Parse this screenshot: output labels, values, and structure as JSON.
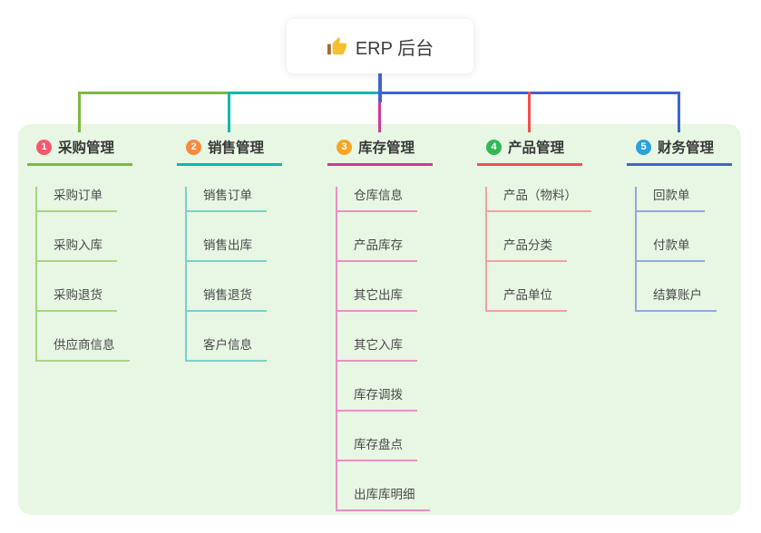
{
  "root": {
    "label": "ERP 后台",
    "icon": "thumbs-up-icon"
  },
  "palette": {
    "panel_bg": "#e8f6e4",
    "root_stem_blue": "#4560d6",
    "title_text": "#383838",
    "child_text": "#4a4a4a",
    "thumb_yellow": "#f6c02e",
    "thumb_sleeve": "#a96a32"
  },
  "branches": [
    {
      "index": "1",
      "label": "采购管理",
      "badge_color": "#f5566a",
      "line_color": "#7cb93f",
      "child_line_color": "#a9d47f",
      "children": [
        "采购订单",
        "采购入库",
        "采购退货",
        "供应商信息"
      ]
    },
    {
      "index": "2",
      "label": "销售管理",
      "badge_color": "#f8893f",
      "line_color": "#0cb9ae",
      "child_line_color": "#76d3c9",
      "children": [
        "销售订单",
        "销售出库",
        "销售退货",
        "客户信息"
      ]
    },
    {
      "index": "3",
      "label": "库存管理",
      "badge_color": "#f6a623",
      "line_color": "#d13893",
      "child_line_color": "#ea90c2",
      "children": [
        "仓库信息",
        "产品库存",
        "其它出库",
        "其它入库",
        "库存调拨",
        "库存盘点",
        "出库库明细"
      ]
    },
    {
      "index": "4",
      "label": "产品管理",
      "badge_color": "#2fb956",
      "line_color": "#f0504f",
      "child_line_color": "#f5a0a0",
      "children": [
        "产品（物料）",
        "产品分类",
        "产品单位"
      ]
    },
    {
      "index": "5",
      "label": "财务管理",
      "badge_color": "#2ba2dc",
      "line_color": "#3e63d3",
      "child_line_color": "#92a9de",
      "children": [
        "回款单",
        "付款单",
        "结算账户"
      ]
    }
  ]
}
